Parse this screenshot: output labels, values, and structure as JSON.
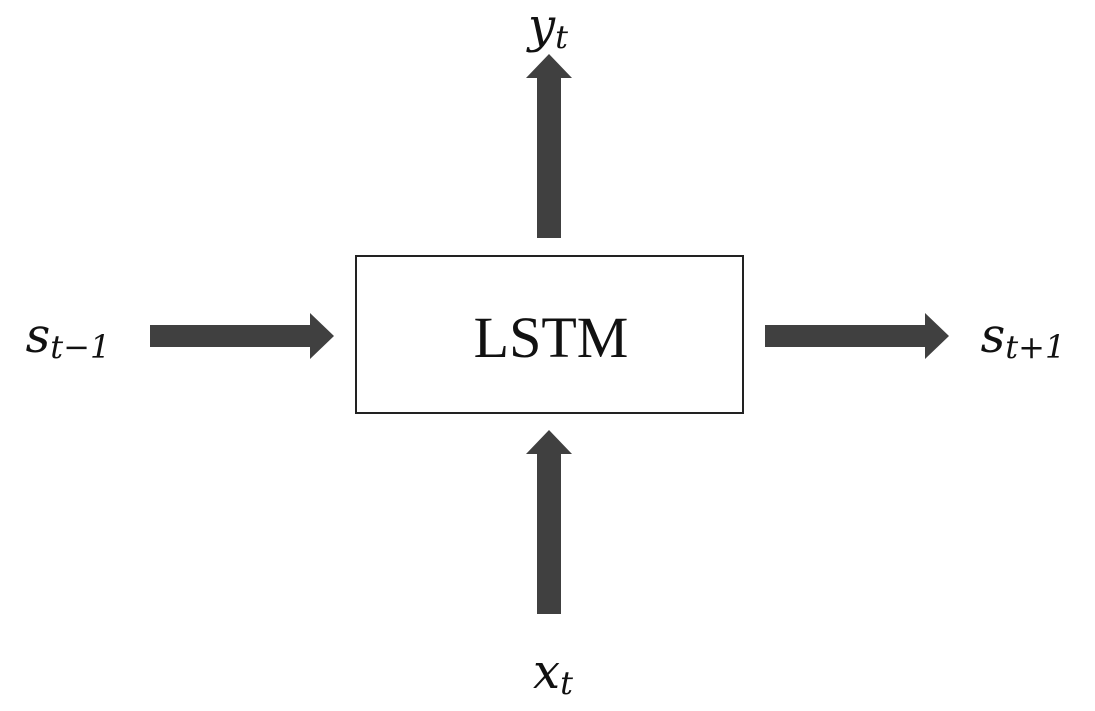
{
  "diagram": {
    "block_label": "LSTM",
    "output": {
      "base": "y",
      "sub": "t"
    },
    "input": {
      "base": "x",
      "sub": "t"
    },
    "prev_state": {
      "base": "s",
      "sub": "t−1"
    },
    "next_state": {
      "base": "s",
      "sub": "t+1"
    },
    "arrow_color": "#404040",
    "box_stroke_color": "#222222"
  }
}
